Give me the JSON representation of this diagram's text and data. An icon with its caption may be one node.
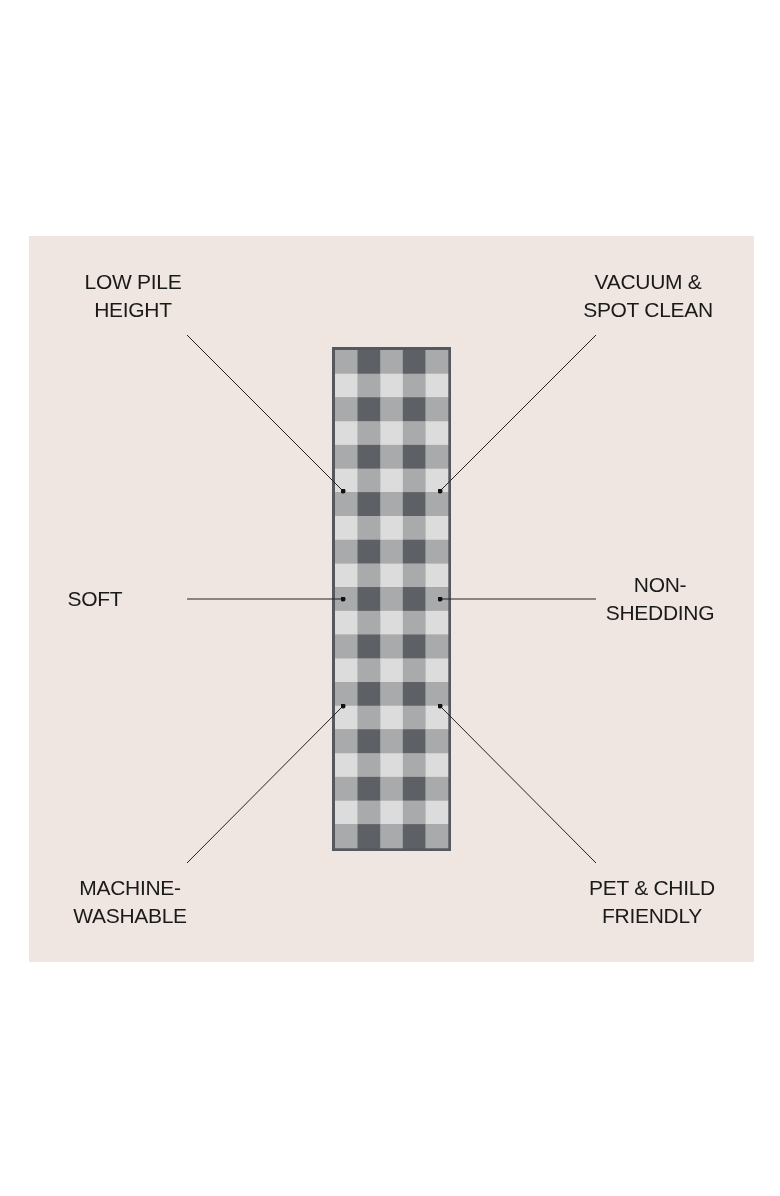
{
  "diagram": {
    "nodes": [
      {
        "text": [
          "LOW PILE HEIGHT"
        ]
      },
      {
        "text": [
          "VACUUM & SPOT CLEAN"
        ]
      },
      {
        "text": [
          "SOFT"
        ]
      },
      {
        "text": [
          "NON-SHEDDING"
        ]
      },
      {
        "text": [
          "MACHINE-WASHABLE"
        ]
      },
      {
        "text": [
          "PET & CHILD FRIENDLY"
        ]
      },
      {
        "text": [],
        "shape": "picture"
      }
    ],
    "edges": [
      {
        "from": 0,
        "to": 6,
        "arrow": "other"
      },
      {
        "from": 1,
        "to": 6,
        "arrow": "other"
      },
      {
        "from": 2,
        "to": 6,
        "arrow": "other"
      },
      {
        "from": 3,
        "to": 6,
        "arrow": "other"
      },
      {
        "from": 4,
        "to": 6,
        "arrow": "other"
      },
      {
        "from": 5,
        "to": 6,
        "arrow": "other"
      }
    ]
  }
}
